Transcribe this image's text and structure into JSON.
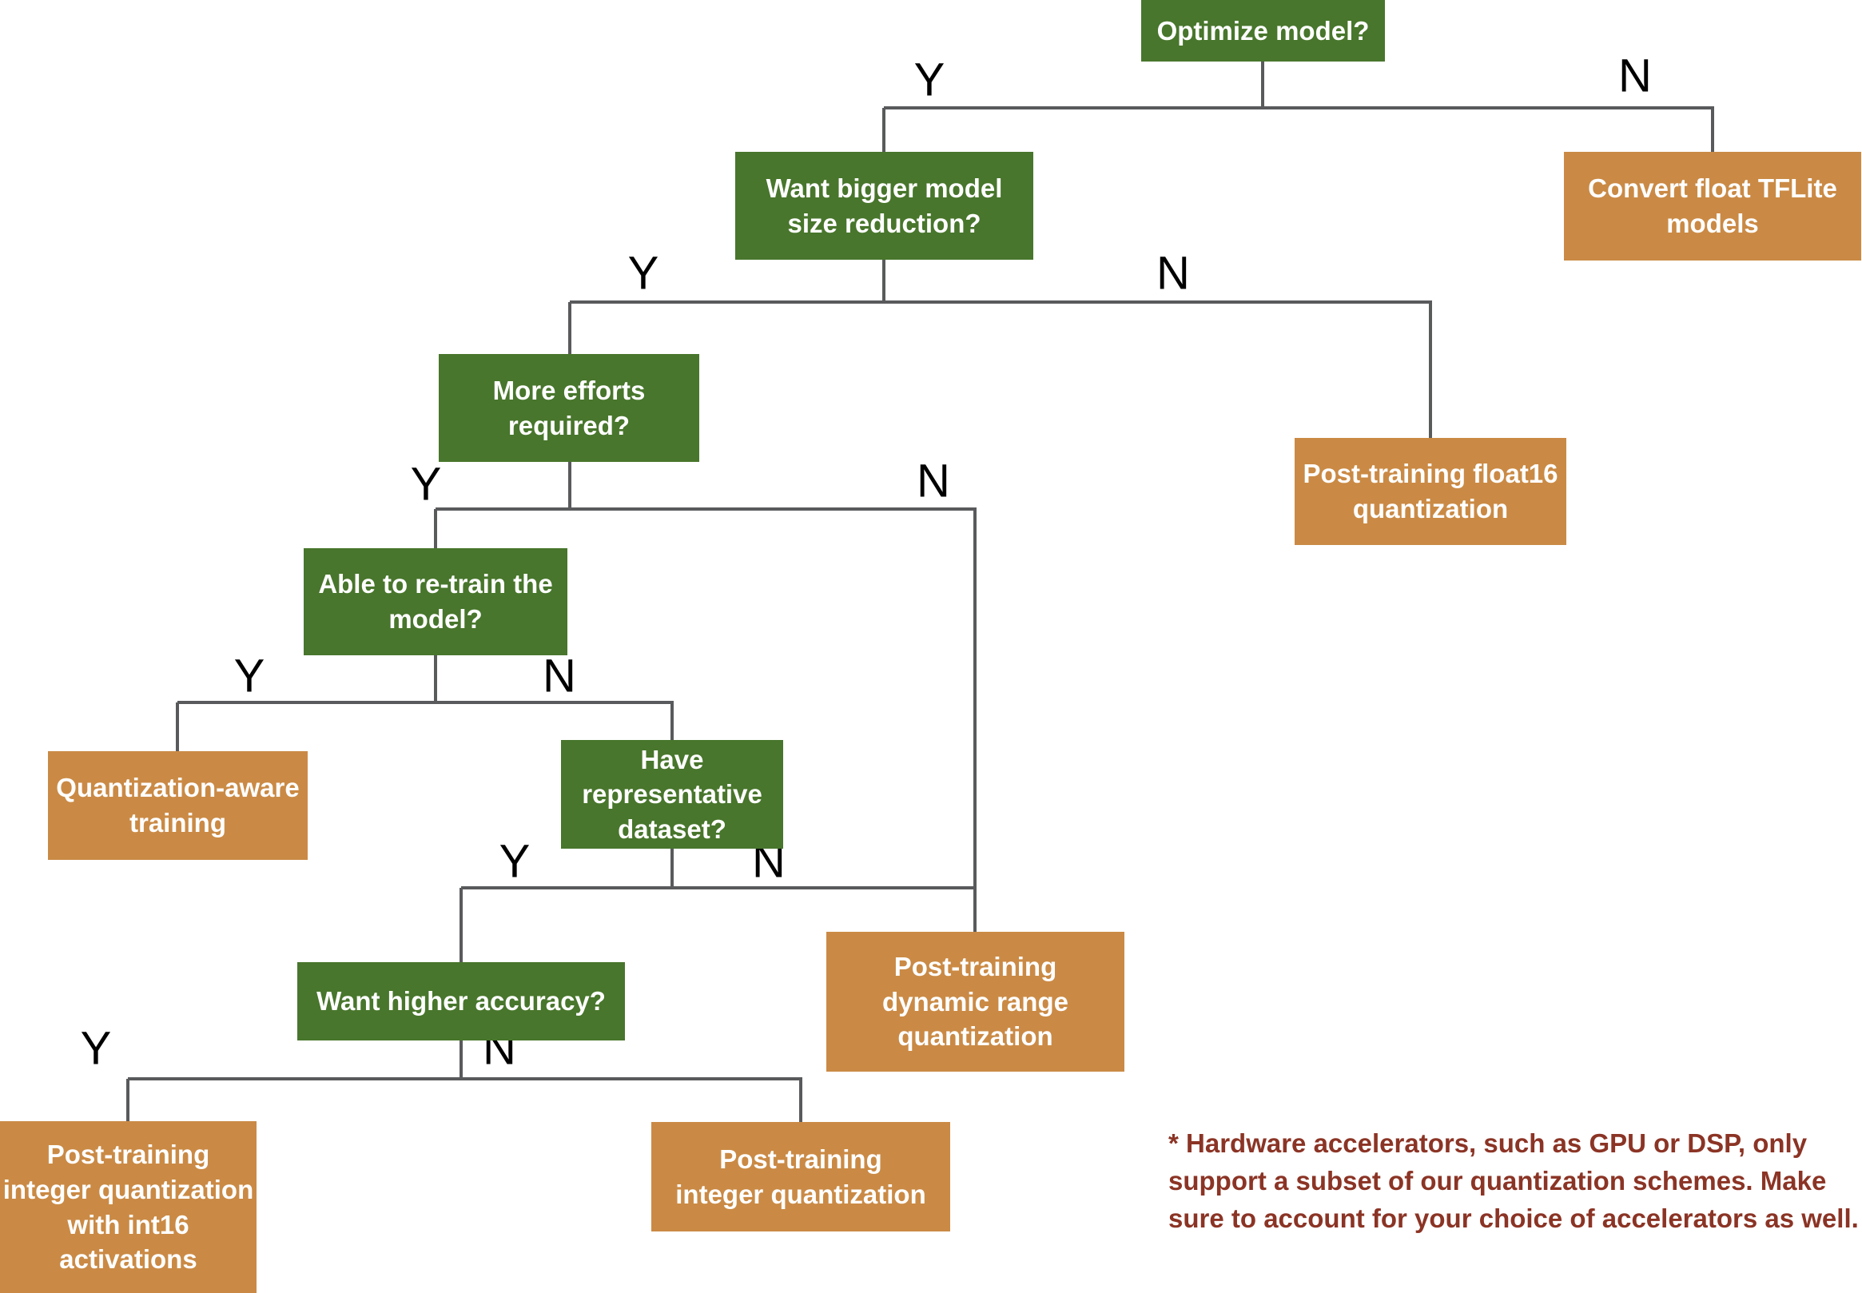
{
  "branch": {
    "yes": "Y",
    "no": "N"
  },
  "nodes": {
    "optimize": {
      "label": "Optimize model?",
      "type": "decision"
    },
    "want_bigger": {
      "label": "Want bigger model\nsize reduction?",
      "type": "decision"
    },
    "convert_float": {
      "label": "Convert float TFLite\nmodels",
      "type": "outcome"
    },
    "more_efforts": {
      "label": "More efforts\nrequired?",
      "type": "decision"
    },
    "float16": {
      "label": "Post-training float16\nquantization",
      "type": "outcome"
    },
    "able_retrain": {
      "label": "Able to re-train the\nmodel?",
      "type": "decision"
    },
    "qat": {
      "label": "Quantization-aware\ntraining",
      "type": "outcome"
    },
    "have_dataset": {
      "label": "Have representative\ndataset?",
      "type": "decision"
    },
    "want_higher": {
      "label": "Want higher accuracy?",
      "type": "decision"
    },
    "dynamic_range": {
      "label": "Post-training\ndynamic range\nquantization",
      "type": "outcome"
    },
    "int16": {
      "label": "Post-training\ninteger quantization\nwith int16\nactivations",
      "type": "outcome"
    },
    "integer_quant": {
      "label": "Post-training\ninteger quantization",
      "type": "outcome"
    }
  },
  "footnote": "* Hardware accelerators, such as GPU or DSP, only\nsupport a subset of our quantization schemes. Make\nsure to account for your choice of accelerators as well.",
  "colors": {
    "decision": "#48762c",
    "outcome": "#ca8a45",
    "line": "#595a5c",
    "footnote_text": "#8b3425",
    "node_text": "#ffffff",
    "branch_text": "#000000"
  }
}
